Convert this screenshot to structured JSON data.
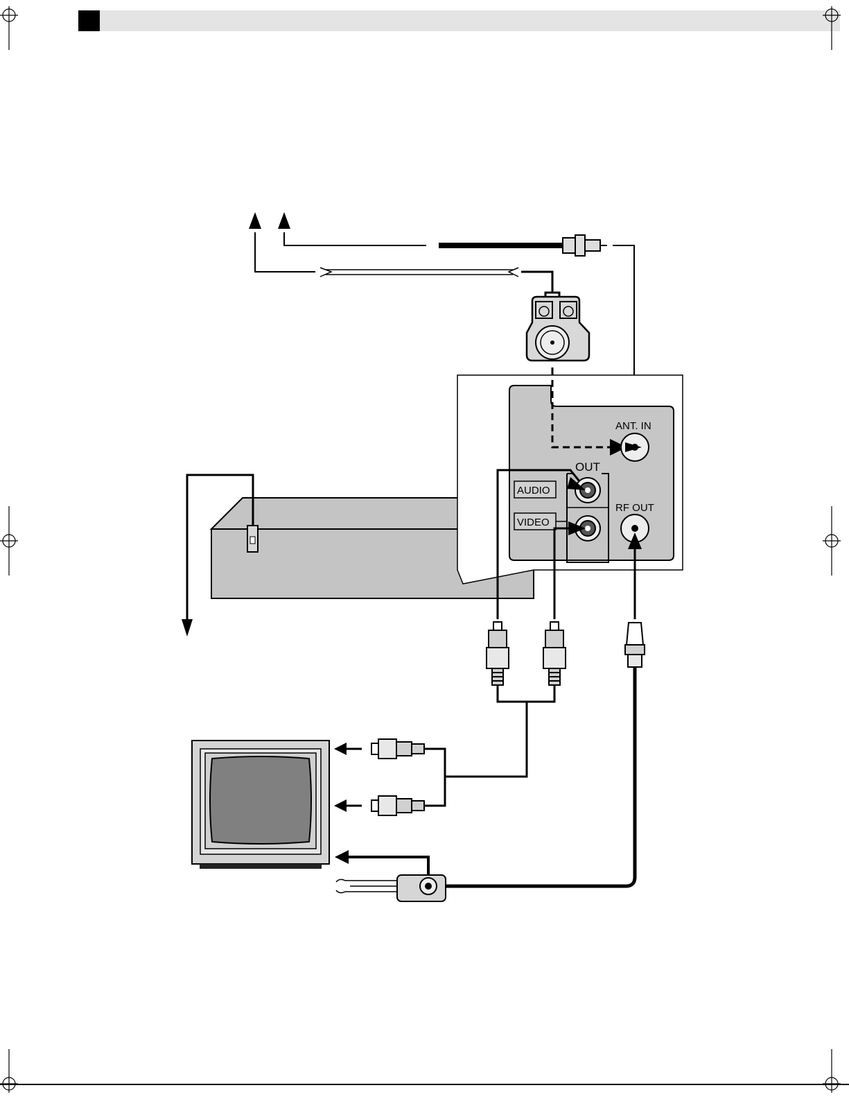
{
  "labels": {
    "ant_in": "ANT. IN",
    "out": "OUT",
    "audio": "AUDIO",
    "video": "VIDEO",
    "rf_out": "RF OUT"
  }
}
